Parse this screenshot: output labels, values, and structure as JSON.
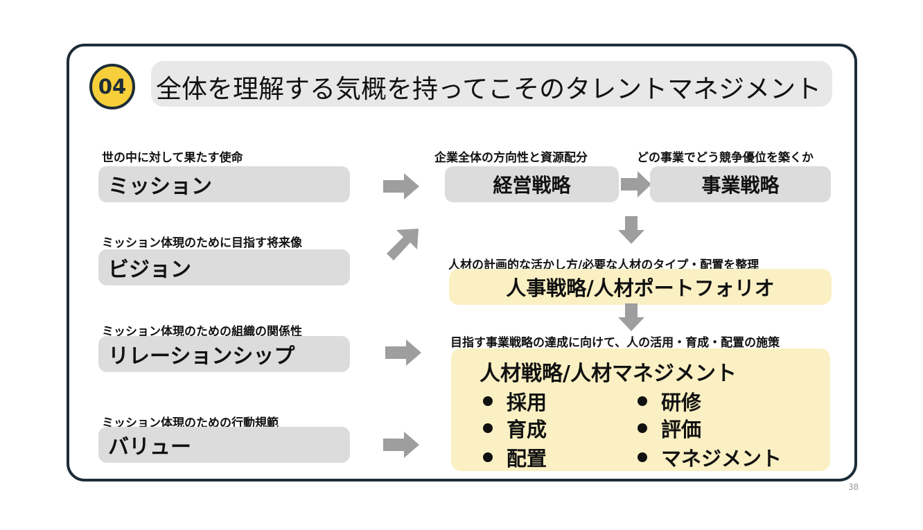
{
  "slide": {
    "badge": "04",
    "title": "全体を理解する気概を持ってこそのタレントマネジメント",
    "page_number": "38"
  },
  "left_items": [
    {
      "caption": "世の中に対して果たす使命",
      "label": "ミッション"
    },
    {
      "caption": "ミッション体現のために目指す将来像",
      "label": "ビジョン"
    },
    {
      "caption": "ミッション体現のための組織の関係性",
      "label": "リレーションシップ"
    },
    {
      "caption": "ミッション体現のための行動規範",
      "label": "バリュー"
    }
  ],
  "management_strategy": {
    "caption": "企業全体の方向性と資源配分",
    "label": "経営戦略"
  },
  "business_strategy": {
    "caption": "どの事業でどう競争優位を築くか",
    "label": "事業戦略"
  },
  "hr_portfolio": {
    "caption": "人材の計画的な活かし方/必要な人材のタイプ・配置を整理",
    "label": "人事戦略/人材ポートフォリオ"
  },
  "hr_management": {
    "caption": "目指す事業戦略の達成に向けて、人の活用・育成・配置の施策",
    "label": "人材戦略/人材マネジメント",
    "items": [
      "採用",
      "育成",
      "配置",
      "研修",
      "評価",
      "マネジメント"
    ]
  },
  "colors": {
    "frame": "#1d2d38",
    "badge": "#f7cf3b",
    "pill": "#dcdcdc",
    "highlight": "#fbf0c3",
    "arrow": "#9e9e9e"
  }
}
